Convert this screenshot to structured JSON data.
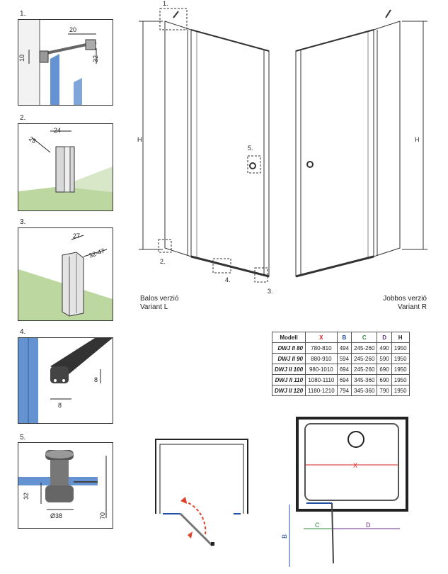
{
  "detail_labels": {
    "d1": "1.",
    "d2": "2.",
    "d3": "3.",
    "d4": "4.",
    "d5": "5."
  },
  "detail_dims": {
    "d1": {
      "a": "20",
      "b": "10",
      "c": "32"
    },
    "d2": {
      "a": "24",
      "b": "25"
    },
    "d3": {
      "a": "27",
      "b": "32-47"
    },
    "d4": {
      "a": "8",
      "b": "8"
    },
    "d5": {
      "a": "32",
      "b": "Ø38",
      "c": "70"
    }
  },
  "main_callouts": {
    "c1": "1.",
    "c2": "2.",
    "c3": "3.",
    "c4": "4.",
    "c5": "5.",
    "h_left": "H",
    "h_right": "H"
  },
  "variants": {
    "left_line1": "Balos verzió",
    "left_line2": "Variant L",
    "right_line1": "Jobbos verzió",
    "right_line2": "Variant R"
  },
  "table": {
    "headers": [
      "Modell",
      "X",
      "B",
      "C",
      "D",
      "H"
    ],
    "header_colors": [
      "#222222",
      "#d9261c",
      "#1f4fa3",
      "#2e8b3e",
      "#6a2f8f",
      "#222222"
    ],
    "rows": [
      [
        "DWJ II 80",
        "780-810",
        "494",
        "245-260",
        "490",
        "1950"
      ],
      [
        "DWJ II 90",
        "880-910",
        "594",
        "245-260",
        "590",
        "1950"
      ],
      [
        "DWJ II 100",
        "980-1010",
        "694",
        "245-260",
        "690",
        "1950"
      ],
      [
        "DWJ II 110",
        "1080-1110",
        "694",
        "345-360",
        "690",
        "1950"
      ],
      [
        "DWJ II 120",
        "1180-1210",
        "794",
        "345-360",
        "790",
        "1950"
      ]
    ]
  },
  "plan_labels": {
    "x": "X",
    "b": "B",
    "c": "C",
    "d": "D"
  },
  "colors": {
    "x": "#d9261c",
    "b": "#1f4fa3",
    "c": "#2e8b3e",
    "d": "#6a2f8f",
    "glass": "#4a7fc8",
    "floor": "#bcd7a0",
    "accent": "#e0402a"
  }
}
